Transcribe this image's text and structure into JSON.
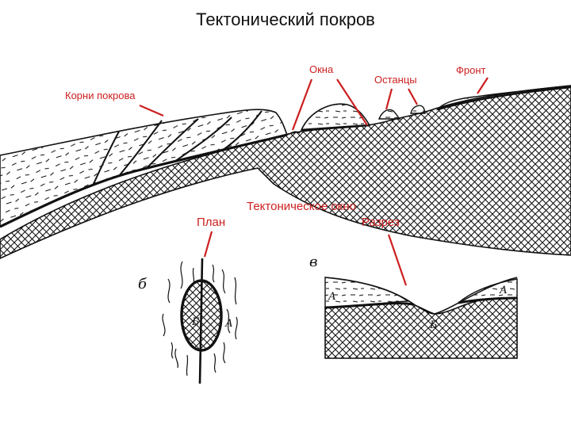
{
  "title": "Тектонический покров",
  "labels": {
    "roots": "Корни покрова",
    "windows": "Окна",
    "outliers": "Останцы",
    "front": "Фронт",
    "tectonic_window": "Тектоническое окно",
    "plan": "План",
    "section": "Разрез"
  },
  "figure_letters": {
    "b": "б",
    "v": "в"
  },
  "unit_letters": {
    "a": "А",
    "b": "Б"
  },
  "colors": {
    "accent": "#cc1f1f",
    "ink": "#111111",
    "background": "#ffffff"
  }
}
